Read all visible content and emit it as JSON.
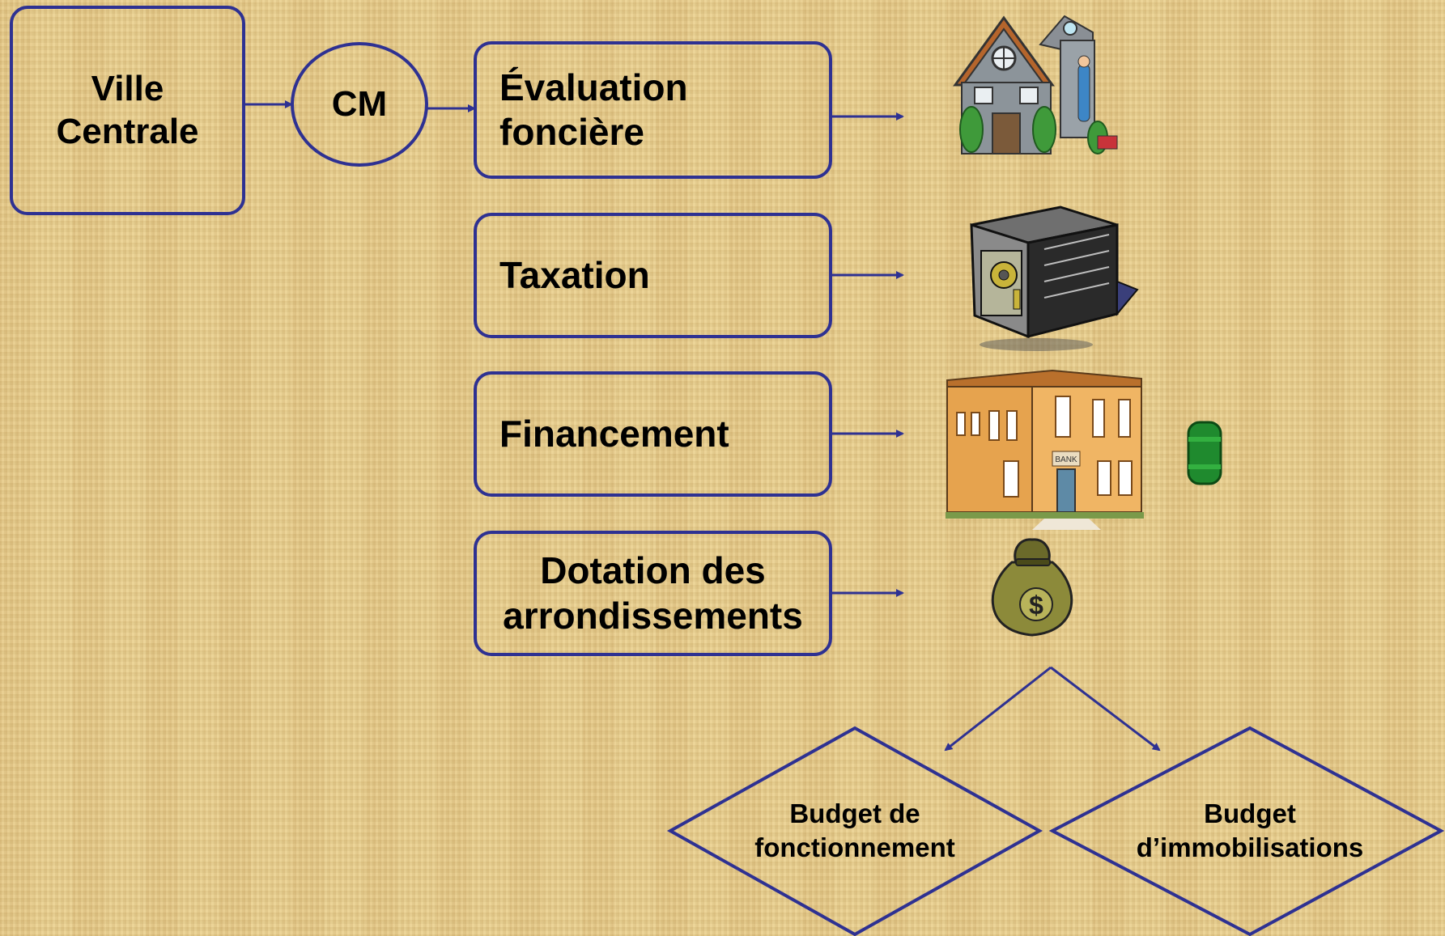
{
  "nodes": {
    "ville_centrale": "Ville\nCentrale",
    "cm": "CM",
    "evaluation": "Évaluation\nfoncière",
    "taxation": "Taxation",
    "financement": "Financement",
    "dotation": "Dotation des\narrondissements",
    "budget_fonctionnement": "Budget de\nfonctionnement",
    "budget_immobilisations": "Budget\nd’immobilisations"
  },
  "icons": {
    "evaluation": "house-icon",
    "taxation": "safe-icon",
    "financement": "bank-icon",
    "financement_extra": "green-canister-icon",
    "dotation": "money-bag-icon"
  },
  "colors": {
    "stroke": "#2e3192",
    "text": "#000000",
    "background": "#e8cf8f"
  }
}
